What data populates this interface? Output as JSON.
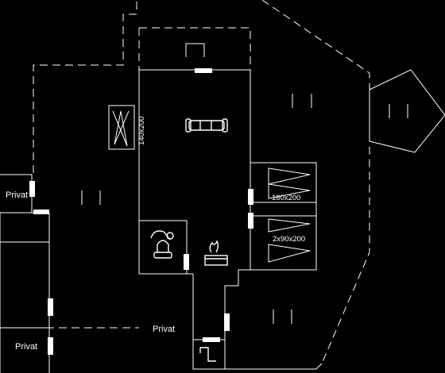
{
  "labels": {
    "privat_left_upper": "Privat",
    "privat_left_lower": "Privat",
    "privat_center": "Privat",
    "bed_living": "140x200",
    "bed_room1": "160x200",
    "bed_room2": "2x90x200"
  },
  "colors": {
    "background": "#000000",
    "lines": "#ffffff"
  },
  "icons": {
    "sofa": "sofa-icon",
    "toilet": "toilet-icon",
    "stove": "stove-icon",
    "shower": "shower-icon",
    "bed": "bed-icon"
  }
}
